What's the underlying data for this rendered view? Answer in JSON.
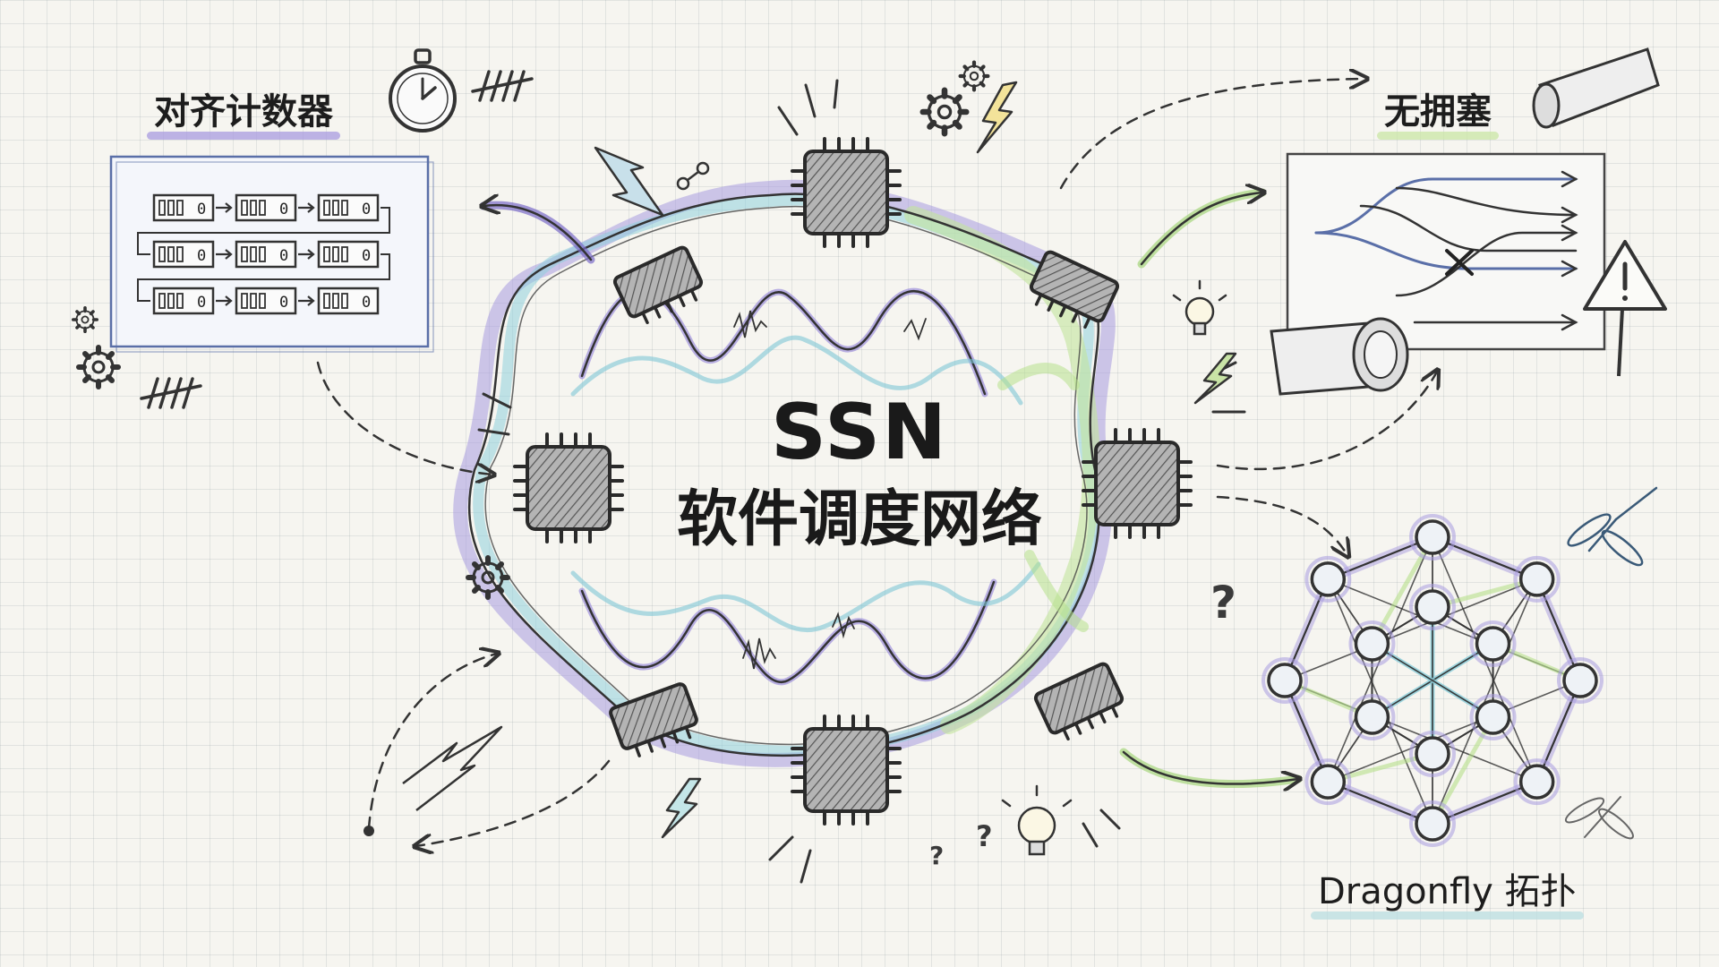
{
  "title": {
    "main": "SSN",
    "subtitle": "软件调度网络"
  },
  "panels": {
    "counter": {
      "label": "对齐计数器",
      "counter_value": "0",
      "rows": 3,
      "cols": 3
    },
    "no_congestion": {
      "label": "无拥塞"
    },
    "topology": {
      "label": "Dragonfly 拓扑"
    }
  },
  "colors": {
    "accent_purple": "#8f7fd8",
    "accent_blue": "#7fc6d6",
    "accent_green": "#b7e08c",
    "ink": "#2a2a2a",
    "chip_fill": "#9a9a9a",
    "grid": "#c8ccd0"
  },
  "icons": [
    "stopwatch-icon",
    "gear-icon",
    "lightning-icon",
    "lightbulb-icon",
    "question-icon",
    "warning-sign-icon",
    "dragonfly-icon",
    "pipe-icon",
    "tally-mark-icon",
    "cpu-chip-icon"
  ]
}
